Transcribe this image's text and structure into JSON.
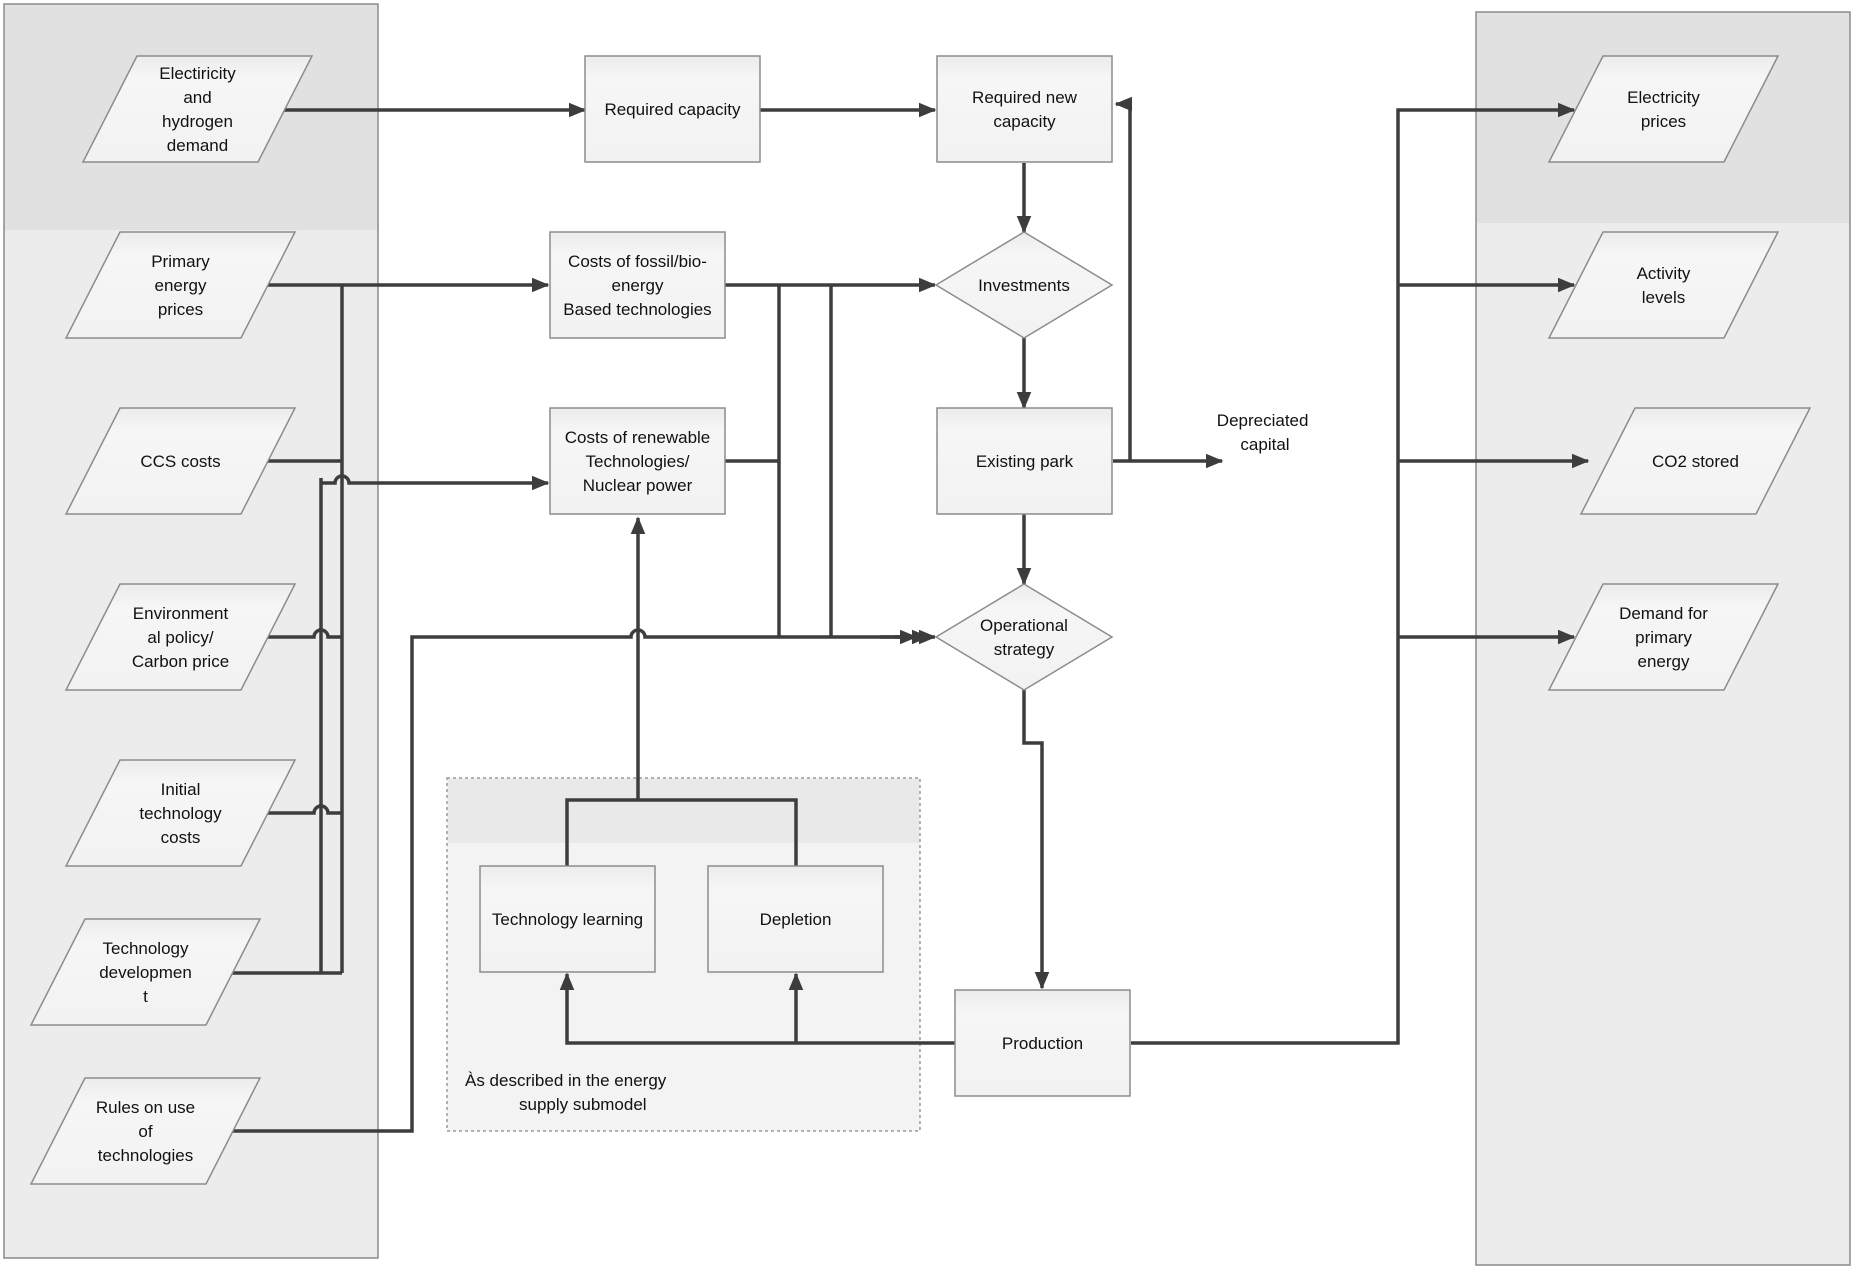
{
  "inputs": [
    {
      "id": "electricity-hydrogen-demand",
      "lines": [
        "Electiricity",
        "and",
        "hydrogen",
        "demand"
      ]
    },
    {
      "id": "primary-energy-prices",
      "lines": [
        "Primary",
        "energy",
        "prices"
      ]
    },
    {
      "id": "ccs-costs",
      "lines": [
        "CCS costs"
      ]
    },
    {
      "id": "environmental-policy",
      "lines": [
        "Environment",
        "al policy/",
        "Carbon price"
      ]
    },
    {
      "id": "initial-technology-costs",
      "lines": [
        "Initial",
        "technology",
        "costs"
      ]
    },
    {
      "id": "technology-development",
      "lines": [
        "Technology",
        "developmen",
        "t"
      ]
    },
    {
      "id": "rules-on-use",
      "lines": [
        "Rules on use",
        "of",
        "technologies"
      ]
    }
  ],
  "processes": [
    {
      "id": "required-capacity",
      "lines": [
        "Required capacity"
      ]
    },
    {
      "id": "required-new-capacity",
      "lines": [
        "Required new",
        "capacity"
      ]
    },
    {
      "id": "costs-fossil-bio",
      "lines": [
        "Costs of fossil/bio-",
        "energy",
        "Based technologies"
      ]
    },
    {
      "id": "costs-renewable",
      "lines": [
        "Costs of renewable",
        "Technologies/",
        "Nuclear power"
      ]
    },
    {
      "id": "existing-park",
      "lines": [
        "Existing park"
      ]
    },
    {
      "id": "technology-learning",
      "lines": [
        "Technology learning"
      ]
    },
    {
      "id": "depletion",
      "lines": [
        "Depletion"
      ]
    },
    {
      "id": "production",
      "lines": [
        "Production"
      ]
    }
  ],
  "decisions": [
    {
      "id": "investments",
      "lines": [
        "Investments"
      ]
    },
    {
      "id": "operational-strategy",
      "lines": [
        "Operational",
        "strategy"
      ]
    }
  ],
  "outputs": [
    {
      "id": "electricity-prices",
      "lines": [
        "Electricity",
        "prices"
      ]
    },
    {
      "id": "activity-levels",
      "lines": [
        "Activity",
        "levels"
      ]
    },
    {
      "id": "co2-stored",
      "lines": [
        "CO2 stored"
      ]
    },
    {
      "id": "demand-primary-energy",
      "lines": [
        "Demand for",
        "primary",
        "energy"
      ]
    }
  ],
  "labels": {
    "depreciated_capital": [
      "Depreciated",
      "capital"
    ],
    "submodel_note": [
      "Às described in the energy",
      "supply submodel"
    ]
  },
  "colors": {
    "line": "#3d3d3d",
    "panel_border": "#8a8a8a",
    "panel_fill": "#ebebeb",
    "panel_header": "#e2e2e2",
    "shape_border": "#8c8c8c",
    "shape_fill": "#f3f3f3",
    "shape_header": "#e8e8e8"
  }
}
